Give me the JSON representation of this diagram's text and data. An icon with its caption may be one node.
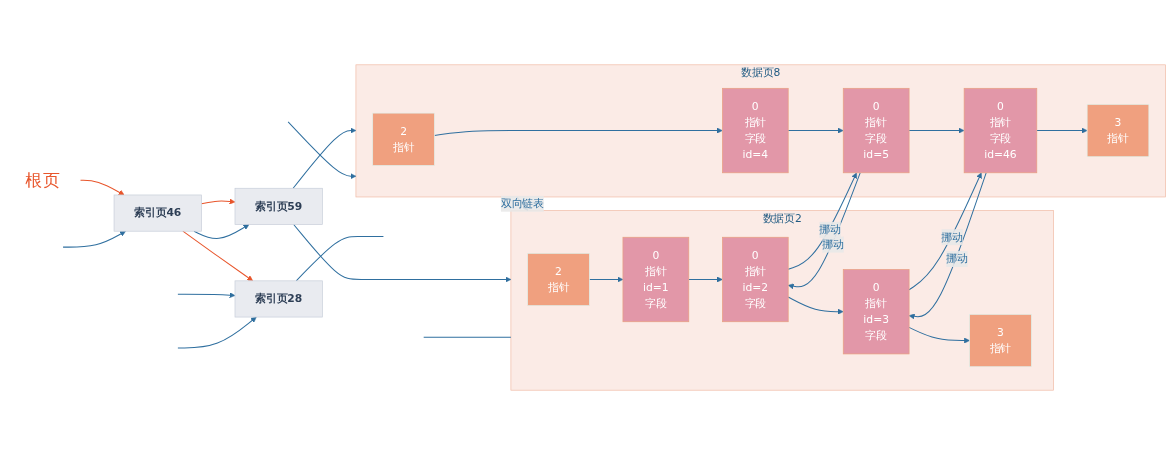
{
  "diagram": {
    "nodes": [
      {
        "text": [
          "根页"
        ]
      },
      {
        "text": [
          "索引页46"
        ]
      },
      {
        "text": [
          "索引页28"
        ]
      },
      {
        "text": [
          "索引页59"
        ]
      },
      {
        "text": [
          "数据页2"
        ]
      },
      {
        "text": [
          "2",
          "指针"
        ],
        "in": 4
      },
      {
        "text": [
          "0",
          "指针",
          "id=1",
          "字段"
        ],
        "in": 4
      },
      {
        "text": [
          "0",
          "指针",
          "id=2",
          "字段"
        ],
        "in": 4
      },
      {
        "text": [
          "0",
          "指针",
          "id=3",
          "字段"
        ],
        "in": 4
      },
      {
        "text": [
          "3",
          "指针"
        ],
        "in": 4
      },
      {
        "text": [
          "数据页8"
        ]
      },
      {
        "text": [
          "2",
          "指针"
        ],
        "in": 10
      },
      {
        "text": [
          "0",
          "指针",
          "字段",
          "id=4"
        ],
        "in": 10
      },
      {
        "text": [
          "0",
          "指针",
          "字段",
          "id=5"
        ],
        "in": 10
      },
      {
        "text": [
          "0",
          "指针",
          "字段",
          "id=46"
        ],
        "in": 10
      },
      {
        "text": [
          "3",
          "指针"
        ],
        "in": 10
      }
    ],
    "edges": [
      {
        "from": 0,
        "to": 1,
        "arrow": "to",
        "color": "#e8552b"
      },
      {
        "from": null,
        "to": 1,
        "arrow": "to"
      },
      {
        "from": 1,
        "to": 2,
        "arrow": "to",
        "color": "#e8552b"
      },
      {
        "from": 1,
        "to": 3,
        "arrow": "to",
        "color": "#e8552b"
      },
      {
        "from": 1,
        "to": 3,
        "arrow": "to"
      },
      {
        "from": null,
        "to": 2,
        "arrow": "to"
      },
      {
        "from": null,
        "to": 2,
        "arrow": "to"
      },
      {
        "from": 2,
        "to": null,
        "arrow": "none"
      },
      {
        "from": 3,
        "to": 4,
        "arrow": "to"
      },
      {
        "from": 3,
        "to": 10,
        "arrow": "to"
      },
      {
        "from": null,
        "to": 4,
        "arrow": "none"
      },
      {
        "from": null,
        "to": 10,
        "arrow": "to"
      },
      {
        "from": 5,
        "to": 6,
        "arrow": "to"
      },
      {
        "from": 6,
        "to": 7,
        "arrow": "to"
      },
      {
        "from": 7,
        "to": 8,
        "arrow": "to"
      },
      {
        "from": 8,
        "to": 9,
        "arrow": "to"
      },
      {
        "from": 11,
        "to": 12,
        "arrow": "to"
      },
      {
        "from": 12,
        "to": 13,
        "arrow": "to"
      },
      {
        "from": 13,
        "to": 14,
        "arrow": "to"
      },
      {
        "from": 14,
        "to": 15,
        "arrow": "to"
      },
      {
        "from": 13,
        "to": 7,
        "label": "挪动",
        "arrow": "to"
      },
      {
        "from": 7,
        "to": 13,
        "label": "挪动",
        "arrow": "to"
      },
      {
        "from": 14,
        "to": 8,
        "label": "挪动",
        "arrow": "to"
      },
      {
        "from": 8,
        "to": 14,
        "label": "挪动",
        "arrow": "to"
      },
      {
        "from": 10,
        "to": 4,
        "label": "双向链表",
        "arrow": "to"
      }
    ]
  }
}
